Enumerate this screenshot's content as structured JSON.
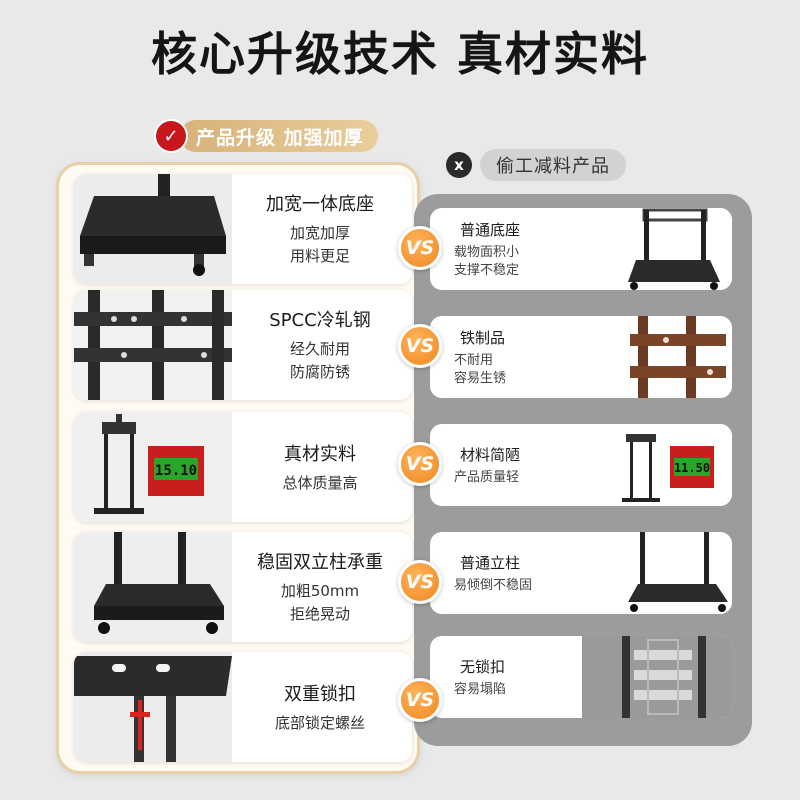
{
  "headline": "核心升级技术  真材实料",
  "good_label": "产品升级 加强加厚",
  "good_check": "✓",
  "bad_label": "偷工减料产品",
  "bad_x": "x",
  "vs_label": "VS",
  "rows": [
    {
      "good_title": "加宽一体底座",
      "good_lines": [
        "加宽加厚",
        "用料更足"
      ],
      "bad_title": "普通底座",
      "bad_lines": [
        "载物面积小",
        "支撑不稳定"
      ]
    },
    {
      "good_title": "SPCC冷轧钢",
      "good_lines": [
        "经久耐用",
        "防腐防锈"
      ],
      "bad_title": "铁制品",
      "bad_lines": [
        "不耐用",
        "容易生锈"
      ]
    },
    {
      "good_title": "真材实料",
      "good_lines": [
        "总体质量高"
      ],
      "bad_title": "材料简陋",
      "bad_lines": [
        "产品质量轻"
      ],
      "good_scale": "15.10",
      "bad_scale": "11.50"
    },
    {
      "good_title": "稳固双立柱承重",
      "good_lines": [
        "加粗50mm",
        "拒绝晃动"
      ],
      "bad_title": "普通立柱",
      "bad_lines": [
        "易倾倒不稳固"
      ]
    },
    {
      "good_title": "双重锁扣",
      "good_lines": [
        "底部锁定螺丝"
      ],
      "bad_title": "无锁扣",
      "bad_lines": [
        "容易塌陷"
      ]
    }
  ]
}
